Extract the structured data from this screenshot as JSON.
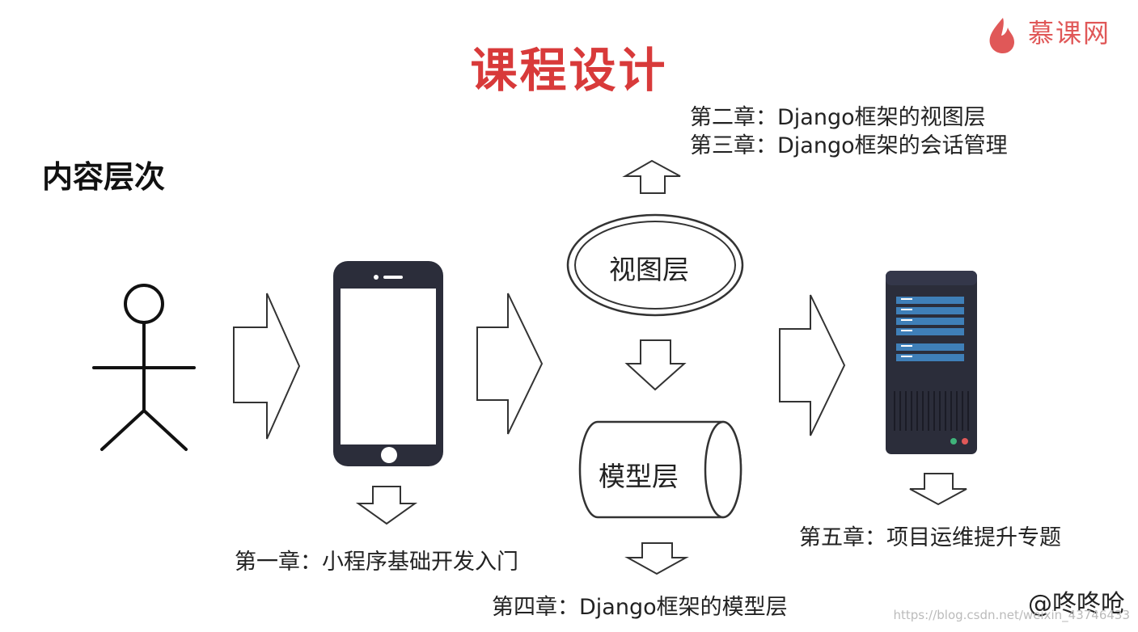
{
  "slide": {
    "title": "课程设计",
    "section_heading": "内容层次",
    "brand_name": "慕课网",
    "author": "@咚咚呛",
    "watermark_url": "https://blog.csdn.net/weixin_43746433"
  },
  "nodes": {
    "view_layer": "视图层",
    "model_layer": "模型层"
  },
  "chapters": {
    "ch1": "第一章：小程序基础开发入门",
    "ch2": "第二章：Django框架的视图层",
    "ch3": "第三章：Django框架的会话管理",
    "ch4": "第四章：Django框架的模型层",
    "ch5": "第五章：项目运维提升专题"
  },
  "icons": {
    "user": "stick-figure-icon",
    "phone": "smartphone-icon",
    "server": "server-icon",
    "brand": "flame-icon",
    "arrow_right": "arrow-right-icon",
    "arrow_down": "arrow-down-icon",
    "arrow_up": "arrow-up-icon"
  },
  "colors": {
    "title": "#d83a3a",
    "brand": "#e05858",
    "device": "#2b2d3a",
    "server_bar": "#3f7fb8"
  }
}
